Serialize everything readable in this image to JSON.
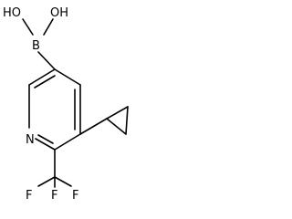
{
  "atoms": {
    "o1": "HO",
    "o2": "OH",
    "boron": "B",
    "nitrogen": "N",
    "f_top": "F",
    "f_left": "F",
    "f_right": "F"
  }
}
